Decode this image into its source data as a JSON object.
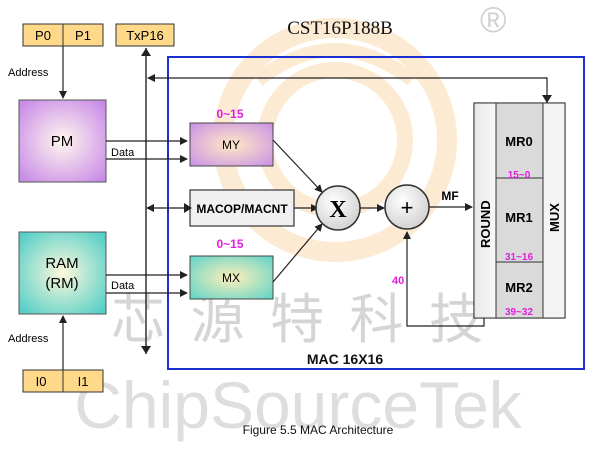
{
  "header": {
    "chip_name": "CST16P188B"
  },
  "watermark": {
    "chinese": "芯 源 特 科 技",
    "latin": "ChipSourceTek",
    "registered": "®"
  },
  "registers": {
    "p0": "P0",
    "p1": "P1",
    "txp16": "TxP16",
    "i0": "I0",
    "i1": "I1"
  },
  "labels": {
    "address_top": "Address",
    "address_bottom": "Address",
    "data_pm": "Data",
    "data_ram": "Data"
  },
  "blocks": {
    "pm": "PM",
    "ram_line1": "RAM",
    "ram_line2": "(RM)",
    "my": "MY",
    "mx": "MX",
    "macop": "MACOP/MACNT",
    "multiply": "X",
    "add": "+",
    "round": "ROUND",
    "mux": "MUX",
    "mac_title": "MAC 16X16"
  },
  "ranges": {
    "my_range": "0~15",
    "mx_range": "0~15",
    "mr0_bits": "15~0",
    "mr1_bits": "31~16",
    "mr2_bits": "39~32"
  },
  "mr_registers": [
    "MR0",
    "MR1",
    "MR2"
  ],
  "signals": {
    "mf": "MF",
    "feedback": "40"
  },
  "caption": "Figure 5.5    MAC Architecture",
  "colors": {
    "mac_border": "#1a2fd0",
    "range_magenta": "#e020e0",
    "register_fill": "#ffd98a",
    "pm_fill_center": "#ffffff",
    "pm_fill_edge": "#c98be8",
    "ram_fill_center": "#ffffff",
    "ram_fill_edge": "#5fd3c9",
    "mr_fill": "#d8d8d8"
  }
}
